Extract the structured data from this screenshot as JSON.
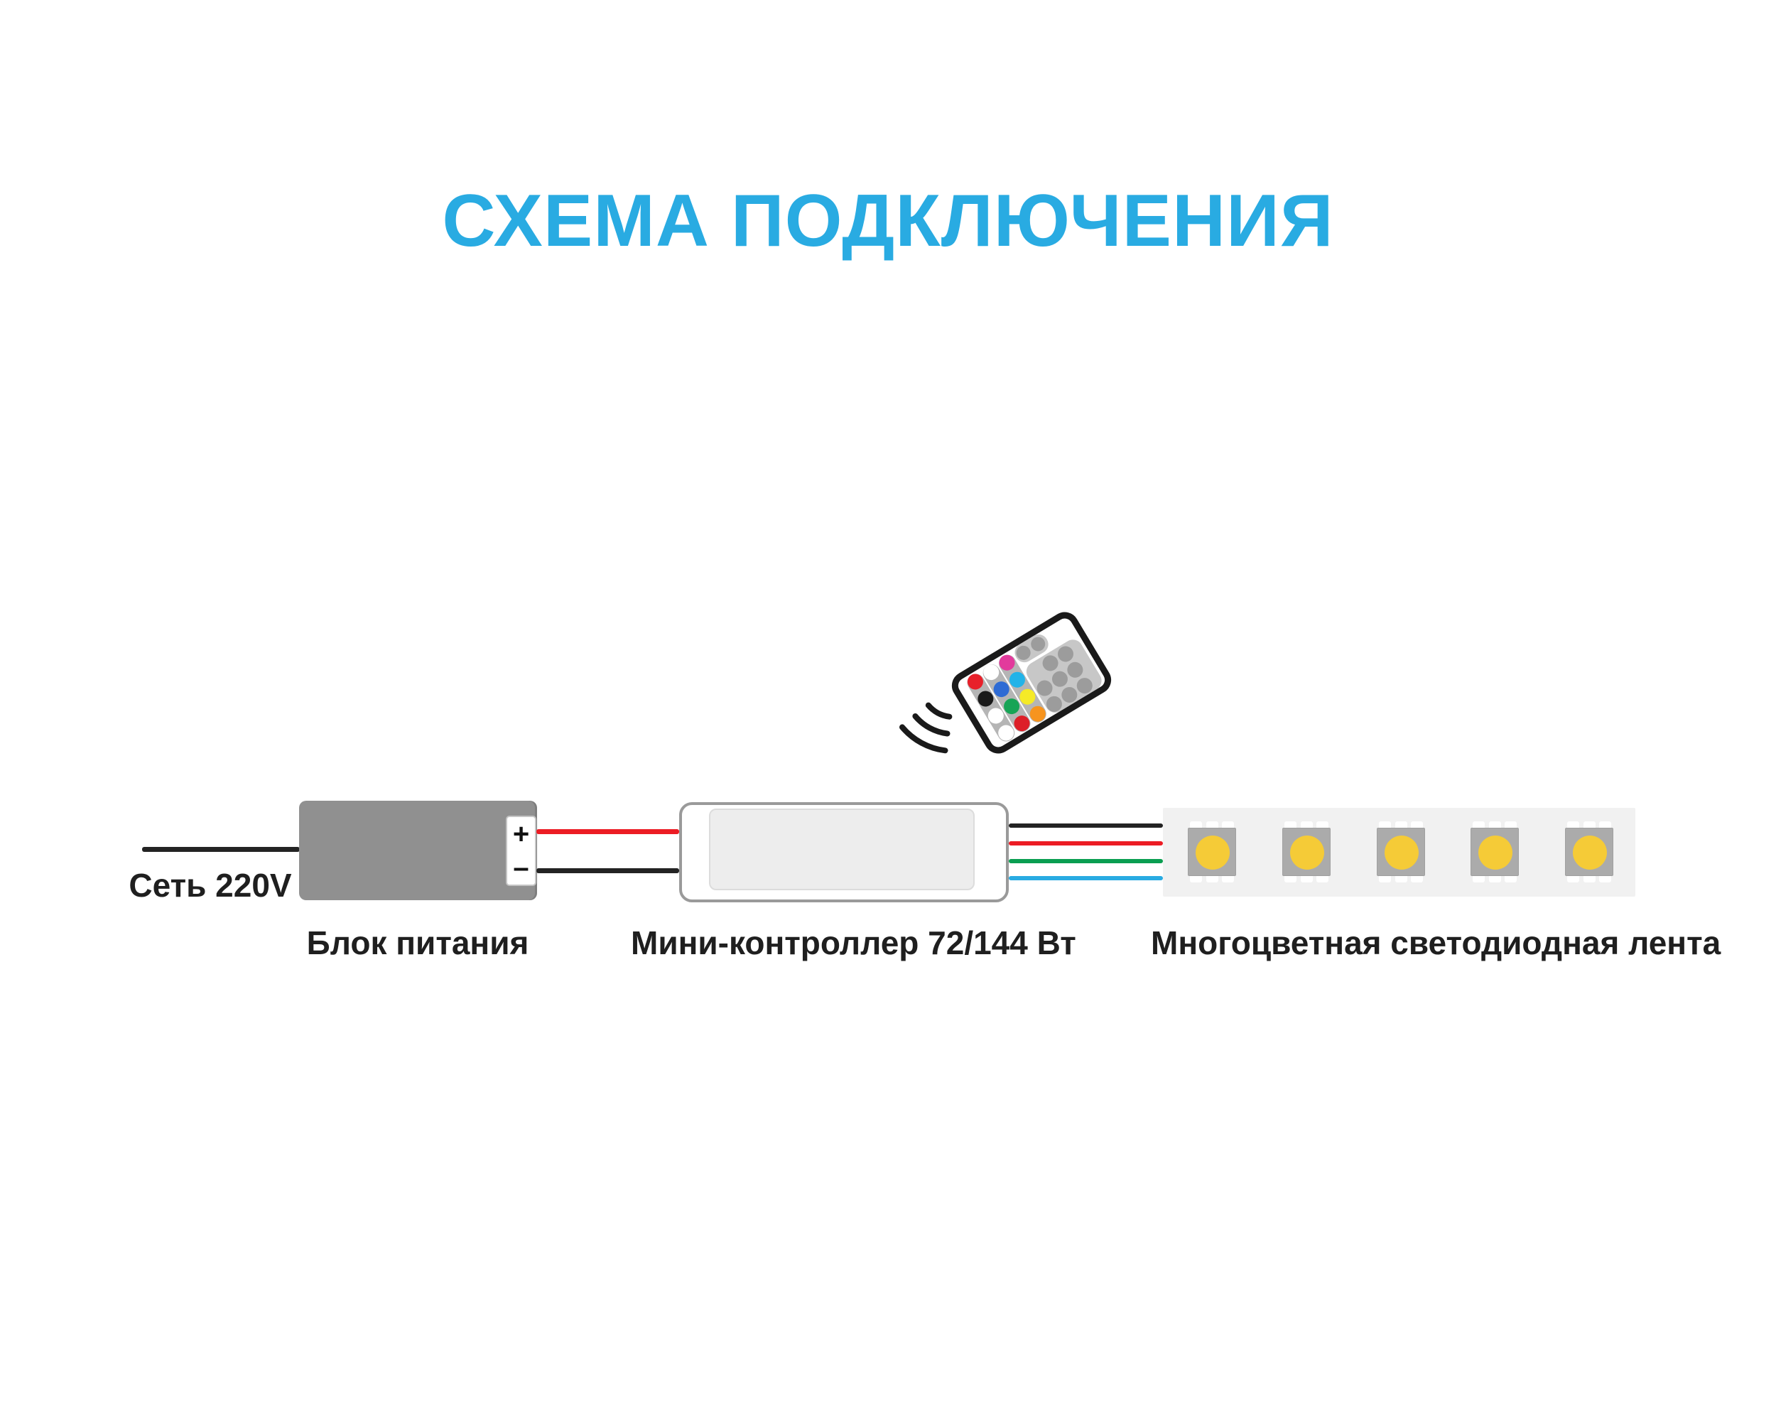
{
  "title": {
    "text": "СХЕМА ПОДКЛЮЧЕНИЯ",
    "color": "#29ABE2"
  },
  "mains": {
    "label": "Сеть 220V"
  },
  "power_supply": {
    "label": "Блок питания",
    "terminal_plus": "+",
    "terminal_minus": "–",
    "body_color": "#909090"
  },
  "controller": {
    "label": "Мини-контроллер 72/144 Вт"
  },
  "led_strip": {
    "label": "Многоцветная светодиодная лента",
    "led_count": 5,
    "strip_bg": "#F1F1F1",
    "chip_color": "#ABABAB",
    "dot_color": "#F5CB37"
  },
  "wires": {
    "mains": {
      "name": "mains-black",
      "color": "#232323"
    },
    "psu_to_controller": [
      {
        "name": "plus-red",
        "color": "#EC1C24"
      },
      {
        "name": "minus-black",
        "color": "#232323"
      }
    ],
    "controller_to_strip": [
      {
        "name": "black",
        "color": "#232323"
      },
      {
        "name": "red",
        "color": "#EC1C24"
      },
      {
        "name": "green",
        "color": "#0A9E51"
      },
      {
        "name": "cyan",
        "color": "#29ABE2"
      }
    ]
  },
  "remote": {
    "name": "ir-remote-control",
    "pad_bg": "#C7C7C7",
    "strip_bg": "#B5B5B5",
    "gray_button_color": "#9C9C9C",
    "color_button_columns": [
      [
        "#E8202A",
        "#1A1A1A",
        "#FFFFFF",
        "#FFFFFF"
      ],
      [
        "#FFFFFF",
        "#2E6BD4",
        "#17A456",
        "#DD1F28"
      ],
      [
        "#E23A9C",
        "#22B3E8",
        "#F5EA27",
        "#F7941E"
      ]
    ],
    "gray_buttons_small": 2,
    "gray_buttons_large": 8,
    "ir_wave_count": 3
  }
}
